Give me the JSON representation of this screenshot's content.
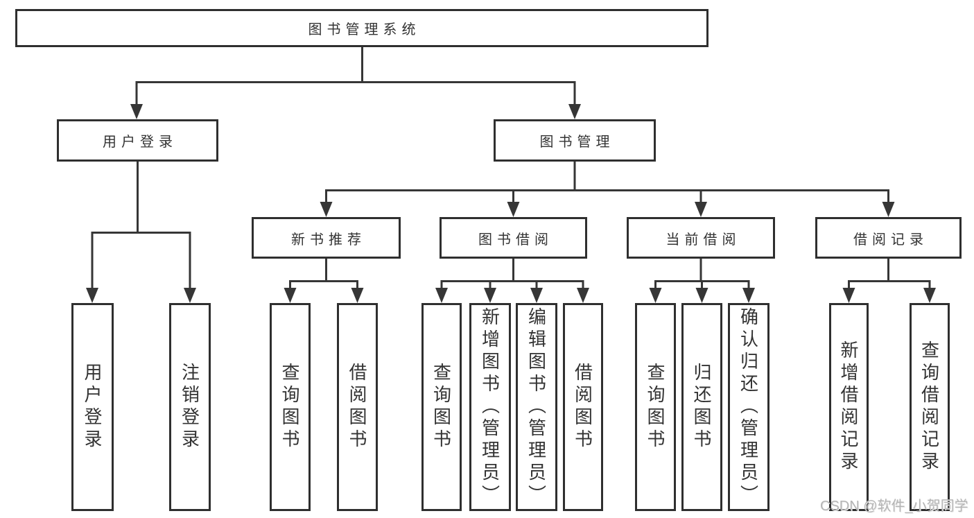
{
  "colors": {
    "line": "#363636",
    "box_border": "#2f2f2f",
    "text": "#333333",
    "watermark": "#b5b5b5",
    "background": "#ffffff"
  },
  "tree": {
    "root": {
      "label": "图书管理系统"
    },
    "branches": [
      {
        "label": "用户登录",
        "children": [
          {
            "label": "用户登录"
          },
          {
            "label": "注销登录"
          }
        ]
      },
      {
        "label": "图书管理",
        "children": [
          {
            "label": "新书推荐",
            "children": [
              {
                "label": "查询图书"
              },
              {
                "label": "借阅图书"
              }
            ]
          },
          {
            "label": "图书借阅",
            "children": [
              {
                "label": "查询图书"
              },
              {
                "label": "新增图书（管理员）"
              },
              {
                "label": "编辑图书（管理员）"
              },
              {
                "label": "借阅图书"
              }
            ]
          },
          {
            "label": "当前借阅",
            "children": [
              {
                "label": "查询图书"
              },
              {
                "label": "归还图书"
              },
              {
                "label": "确认归还（管理员）"
              }
            ]
          },
          {
            "label": "借阅记录",
            "children": [
              {
                "label": "新增借阅记录"
              },
              {
                "label": "查询借阅记录"
              }
            ]
          }
        ]
      }
    ]
  },
  "watermark": {
    "text": "CSDN @软件_小贺同学"
  }
}
